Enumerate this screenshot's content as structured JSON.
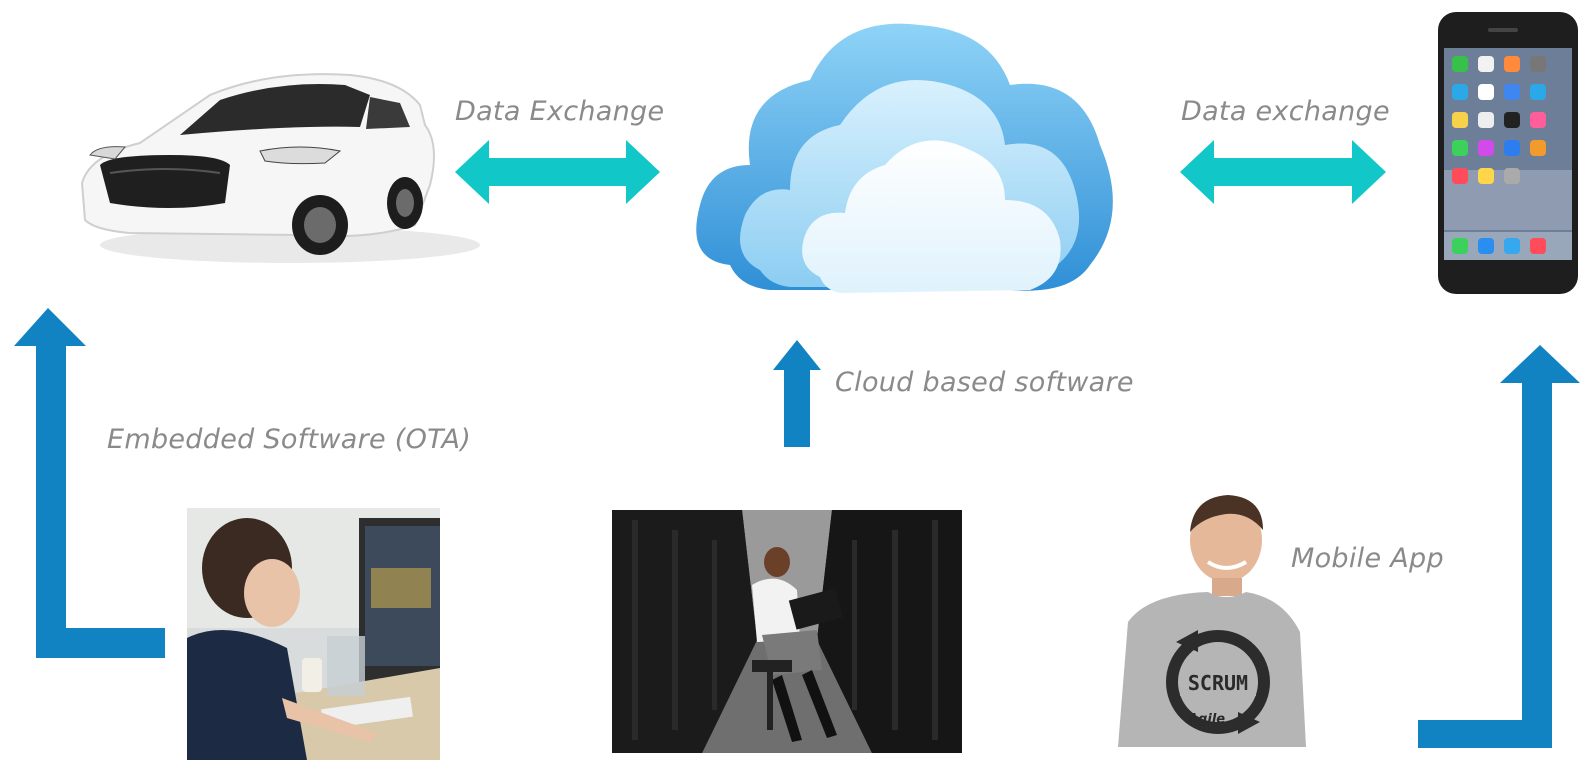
{
  "labels": {
    "data_exchange_left": "Data Exchange",
    "data_exchange_right": "Data exchange",
    "cloud_software": "Cloud based software",
    "embedded_software": "Embedded Software (OTA)",
    "mobile_app": "Mobile App"
  },
  "shirt_text": {
    "scrum": "SCRUM",
    "agile": "Agile"
  },
  "colors": {
    "teal_arrow": "#12c7c7",
    "blue_arrow": "#1183c2",
    "label_text": "#8a8a8a"
  },
  "icons": {
    "car": "electric-car-image",
    "cloud": "cloud-image",
    "phone": "smartphone-image",
    "developer": "developer-desk-photo",
    "datacenter": "server-room-photo",
    "mobile_dev": "scrum-tshirt-person-photo"
  }
}
